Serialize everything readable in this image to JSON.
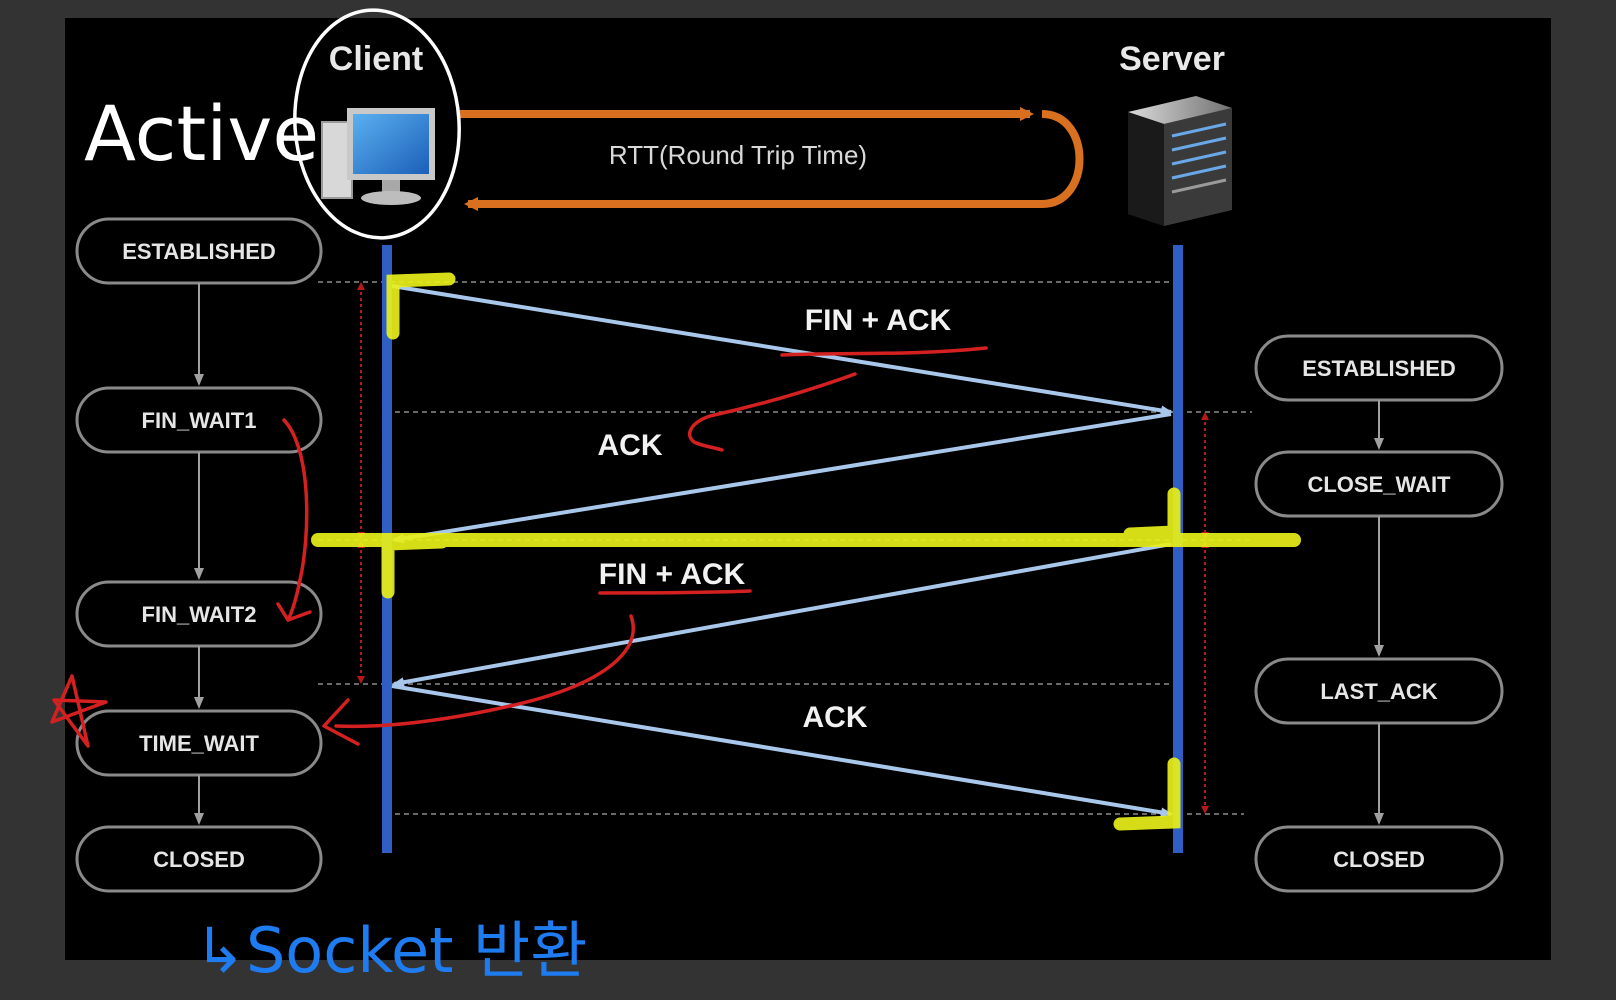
{
  "headers": {
    "client": "Client",
    "server": "Server"
  },
  "rtt_label": "RTT(Round Trip Time)",
  "client_states": [
    "ESTABLISHED",
    "FIN_WAIT1",
    "FIN_WAIT2",
    "TIME_WAIT",
    "CLOSED"
  ],
  "server_states": [
    "ESTABLISHED",
    "CLOSE_WAIT",
    "LAST_ACK",
    "CLOSED"
  ],
  "messages": [
    "FIN + ACK",
    "ACK",
    "FIN + ACK",
    "ACK"
  ],
  "annotations": {
    "active": "Active",
    "socket_note": "↳Socket 반환"
  },
  "colors": {
    "background": "#000000",
    "frame": "#333333",
    "lifeline": "#2f5fc4",
    "message_arrow": "#a9c7ea",
    "rtt_arrow": "#d9701f",
    "state_border": "#8a8a8a",
    "highlighter": "#e8f01a",
    "red_pen": "#d42020",
    "blue_pen": "#1e7cf0",
    "white_pen": "#ffffff"
  }
}
